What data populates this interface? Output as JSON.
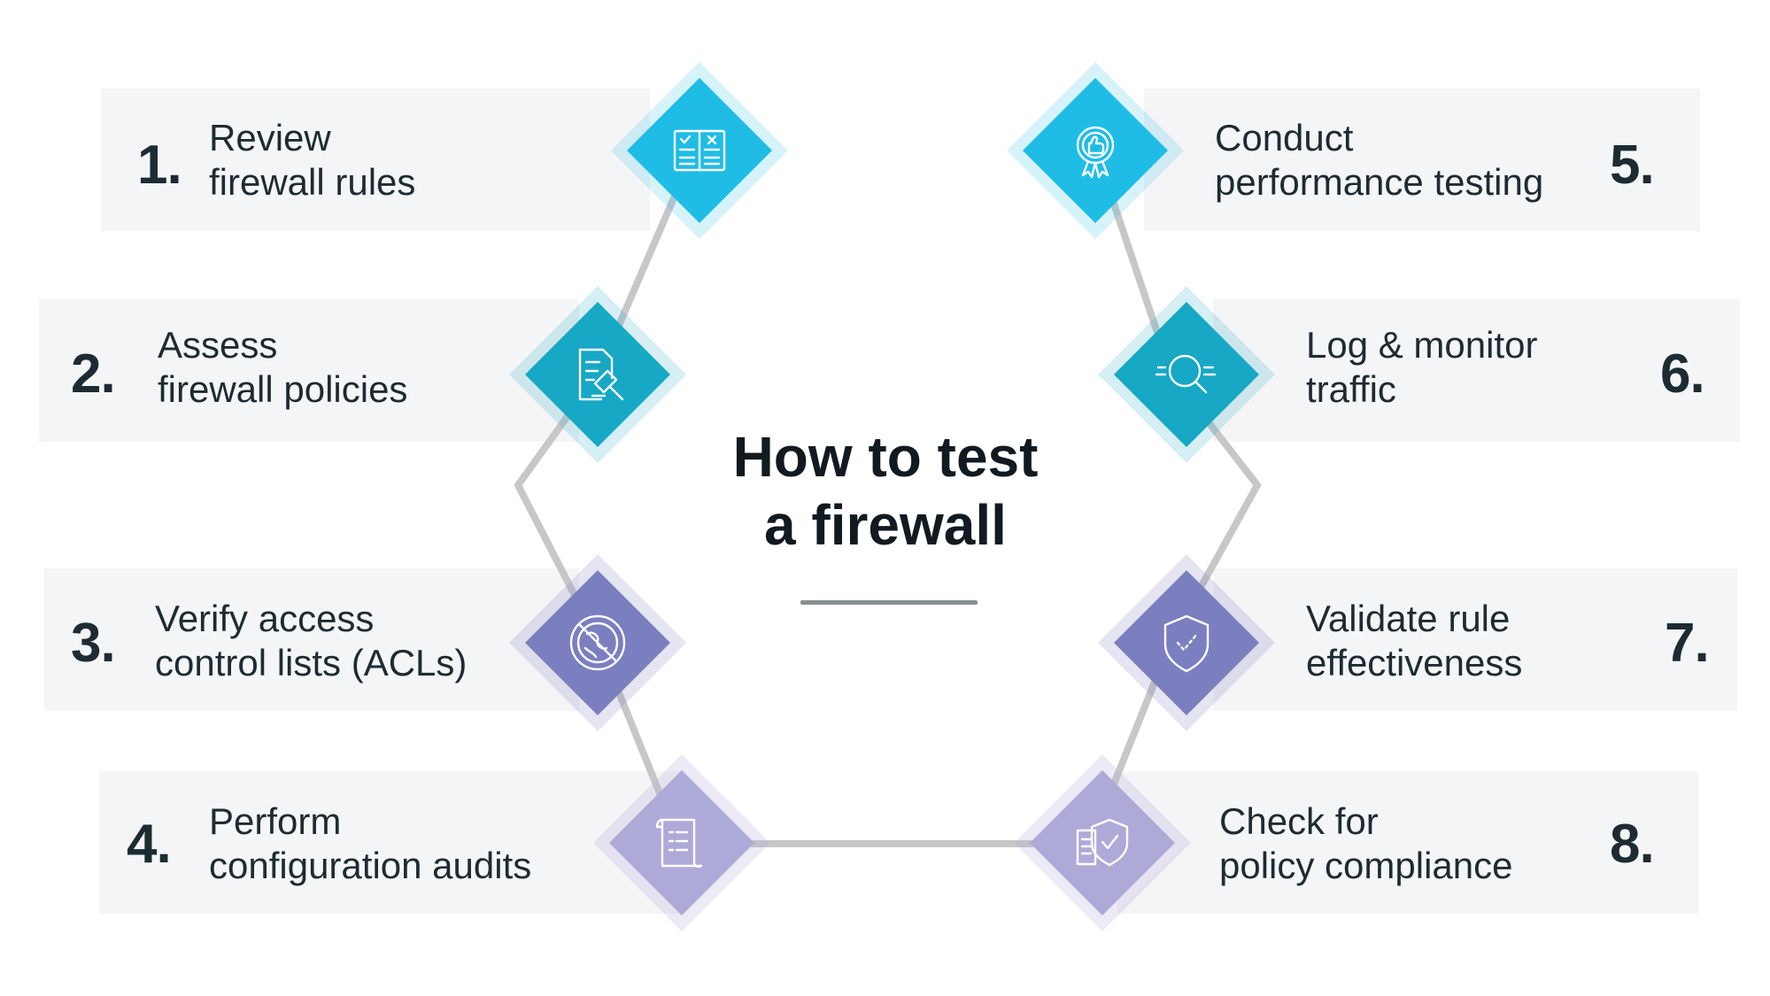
{
  "title": {
    "line1": "How to test",
    "line2": "a firewall"
  },
  "steps": [
    {
      "number": "1.",
      "line1": "Review",
      "line2": "firewall rules",
      "icon": "checklist-icon",
      "color": "#1fbde6"
    },
    {
      "number": "2.",
      "line1": "Assess",
      "line2": "firewall policies",
      "icon": "policy-gavel-icon",
      "color": "#16a8c4"
    },
    {
      "number": "3.",
      "line1": "Verify access",
      "line2": "control lists (ACLs)",
      "icon": "blocked-globe-icon",
      "color": "#7b7fc0"
    },
    {
      "number": "4.",
      "line1": "Perform",
      "line2": "configuration audits",
      "icon": "scroll-list-icon",
      "color": "#aeaad8"
    },
    {
      "number": "5.",
      "line1": "Conduct",
      "line2": "performance testing",
      "icon": "award-thumbs-up-icon",
      "color": "#1fbde6"
    },
    {
      "number": "6.",
      "line1": "Log & monitor",
      "line2": "traffic",
      "icon": "magnifier-icon",
      "color": "#16a8c4"
    },
    {
      "number": "7.",
      "line1": "Validate rule",
      "line2": "effectiveness",
      "icon": "shield-check-icon",
      "color": "#7b7fc0"
    },
    {
      "number": "8.",
      "line1": "Check for",
      "line2": "policy compliance",
      "icon": "document-shield-icon",
      "color": "#aeaad8"
    }
  ],
  "colors": {
    "card": "#f4f5f6",
    "connector": "#c7c7c7",
    "text": "#1d2b33"
  }
}
